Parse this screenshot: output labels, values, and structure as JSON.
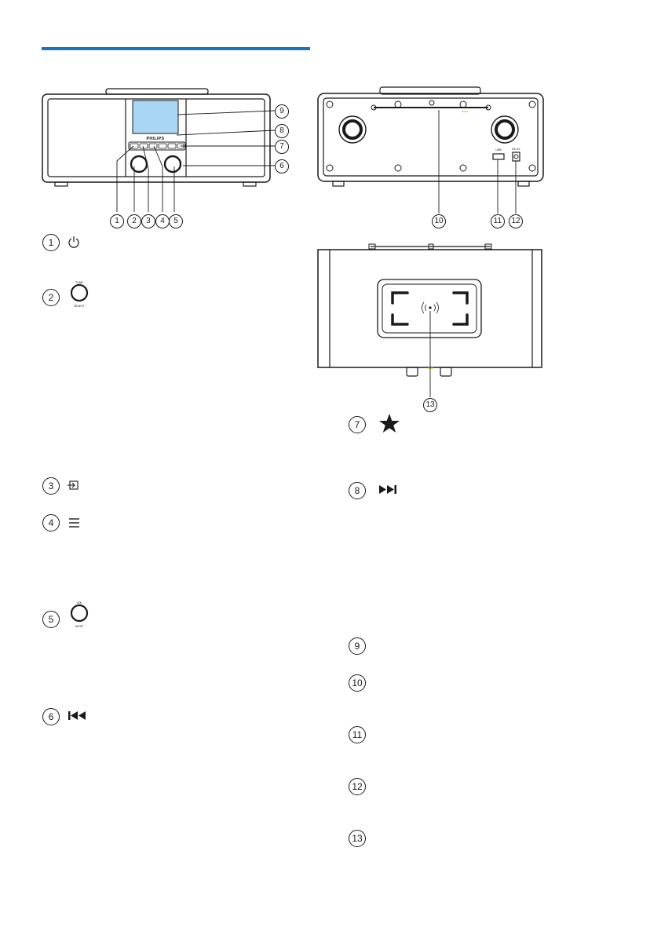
{
  "colors": {
    "accent": "#1a73c2",
    "ink": "#1a1a1a",
    "screen": "#a9d6f5",
    "led": "#e8d03a"
  },
  "front_figure": {
    "brand": "PHILIPS",
    "callouts": [
      "1",
      "2",
      "3",
      "4",
      "5",
      "6",
      "7",
      "8",
      "9"
    ]
  },
  "back_figure": {
    "callouts": [
      "10",
      "11",
      "12"
    ],
    "ports": {
      "usb": "USB",
      "dc": "DC IN"
    }
  },
  "top_figure": {
    "callouts": [
      "13"
    ]
  },
  "legend": [
    {
      "num": "1",
      "icon": "power-icon"
    },
    {
      "num": "2",
      "icon": "tune-select-knob-icon",
      "knob_top": "TUNE",
      "knob_bottom": "SELECT"
    },
    {
      "num": "3",
      "icon": "source-input-icon"
    },
    {
      "num": "4",
      "icon": "menu-icon"
    },
    {
      "num": "5",
      "icon": "volume-mute-knob-icon",
      "knob_top": "VOL",
      "knob_bottom": "MUTE"
    },
    {
      "num": "6",
      "icon": "previous-track-icon"
    },
    {
      "num": "7",
      "icon": "star-icon"
    },
    {
      "num": "8",
      "icon": "next-track-icon"
    },
    {
      "num": "9"
    },
    {
      "num": "10"
    },
    {
      "num": "11"
    },
    {
      "num": "12"
    },
    {
      "num": "13"
    }
  ]
}
